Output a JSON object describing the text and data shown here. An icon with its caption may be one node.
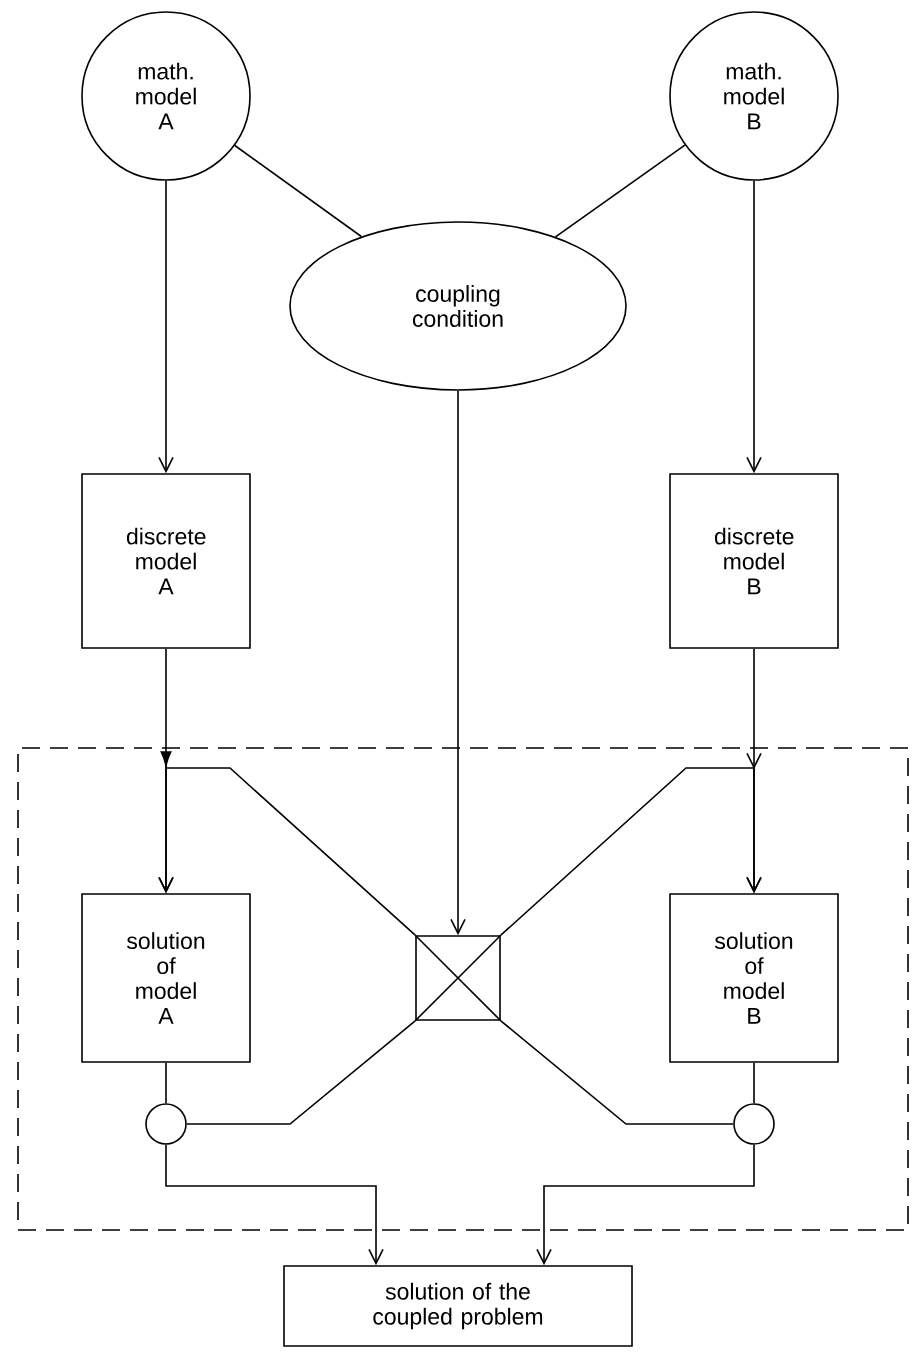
{
  "diagram": {
    "nodes": [
      {
        "text": [
          "math. model A"
        ]
      },
      {
        "text": [
          "math. model B"
        ]
      },
      {
        "text": [
          "coupling condition"
        ]
      },
      {
        "text": [
          "discrete model A"
        ]
      },
      {
        "text": [
          "discrete model B"
        ]
      },
      {
        "text": [],
        "shape": "box"
      },
      {
        "text": [
          "solution of model A"
        ],
        "in": 5
      },
      {
        "text": [],
        "shape": "box",
        "in": 5
      },
      {
        "text": [
          "solution of model B"
        ],
        "in": 5
      },
      {
        "text": [],
        "shape": "circle",
        "in": 5
      },
      {
        "text": [],
        "shape": "circle",
        "in": 5
      },
      {
        "text": [
          "solution of the coupled problem"
        ]
      }
    ],
    "edges": [
      {
        "from": 0,
        "to": 2,
        "arrow": "none"
      },
      {
        "from": 1,
        "to": 2,
        "arrow": "none"
      },
      {
        "from": 0,
        "to": 3,
        "arrow": "to"
      },
      {
        "from": 1,
        "to": 4,
        "arrow": "to"
      },
      {
        "from": 2,
        "to": 7,
        "arrow": "to"
      },
      {
        "from": 3,
        "to": 6,
        "arrow": "to"
      },
      {
        "from": 4,
        "to": 8,
        "arrow": "to"
      },
      {
        "from": 6,
        "to": 9,
        "arrow": "none"
      },
      {
        "from": 8,
        "to": 10,
        "arrow": "none"
      },
      {
        "from": 10,
        "to": 7,
        "arrow": "none"
      },
      {
        "from": 7,
        "to": 6,
        "arrow": "to"
      },
      {
        "from": 9,
        "to": 7,
        "arrow": "none"
      },
      {
        "from": 7,
        "to": 8,
        "arrow": "to"
      },
      {
        "from": 9,
        "to": 11,
        "arrow": "to"
      },
      {
        "from": 10,
        "to": 11,
        "arrow": "to"
      }
    ]
  }
}
